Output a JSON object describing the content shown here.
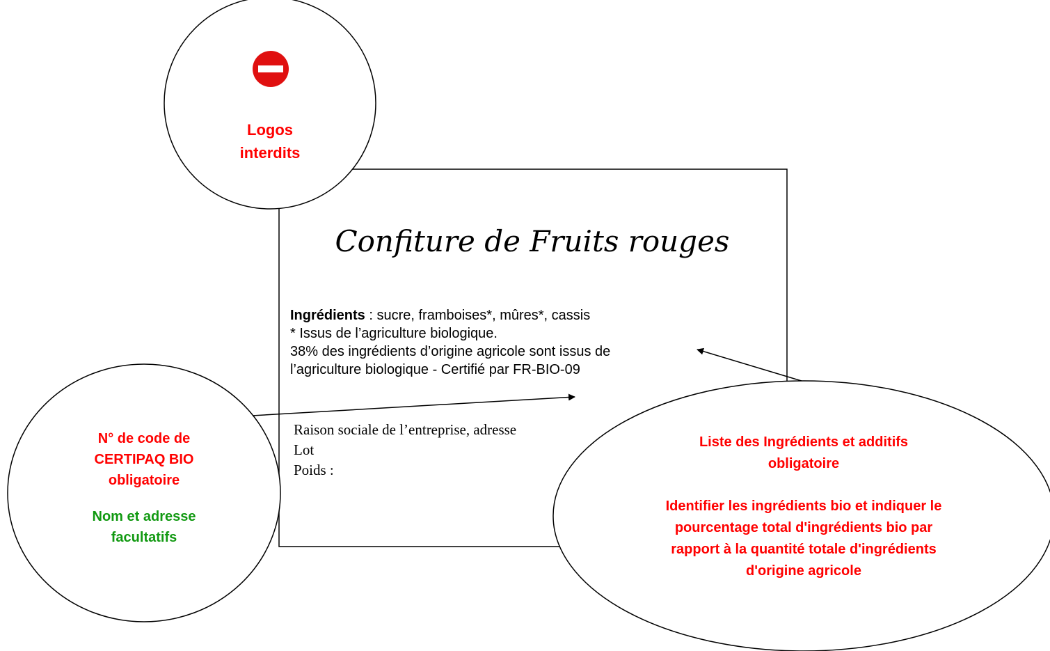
{
  "logos_callout": {
    "icon": "no-entry-icon",
    "lines": [
      "Logos",
      "interdits"
    ],
    "color": "#ff0000"
  },
  "label": {
    "title": "Confiture de Fruits rouges",
    "ingredients_heading": "Ingrédients",
    "ingredients_list": " : sucre, framboises*, mûres*, cassis",
    "organic_note": "* Issus de l’agriculture biologique.",
    "percentage_line1": "38% des ingrédients d’origine agricole sont issus de",
    "percentage_line2": "l’agriculture biologique - Certifié par FR-BIO-09",
    "company_line": "Raison sociale de l’entreprise, adresse",
    "lot_line": "Lot",
    "weight_line": "Poids :"
  },
  "certipaq_callout": {
    "mandatory_lines": [
      "N° de code de",
      "CERTIPAQ BIO",
      "obligatoire"
    ],
    "optional_lines": [
      "Nom et adresse",
      "facultatifs"
    ],
    "mandatory_color": "#ff0000",
    "optional_color": "#119911"
  },
  "ingredients_callout": {
    "line1": "Liste des Ingrédients et additifs",
    "line2": "obligatoire",
    "line3": "Identifier les ingrédients bio et indiquer le",
    "line4": "pourcentage total d'ingrédients bio par",
    "line5": "rapport à la quantité totale d'ingrédients",
    "line6": "d'origine agricole",
    "color": "#ff0000"
  }
}
